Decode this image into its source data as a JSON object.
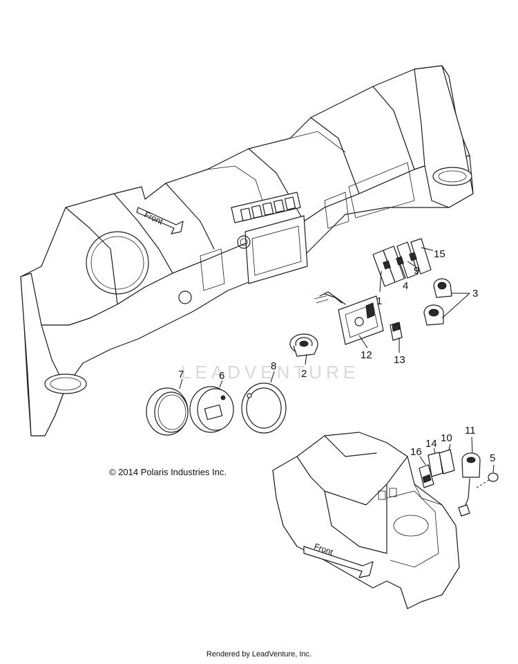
{
  "watermark": "LEADVENTURE",
  "copyright": "© 2014 Polaris Industries Inc.",
  "footer": "Rendered by LeadVenture, Inc.",
  "front_labels": [
    "Front",
    "Front"
  ],
  "callouts": [
    "1",
    "2",
    "3",
    "4",
    "5",
    "6",
    "7",
    "8",
    "9",
    "10",
    "11",
    "12",
    "13",
    "14",
    "15",
    "16"
  ]
}
